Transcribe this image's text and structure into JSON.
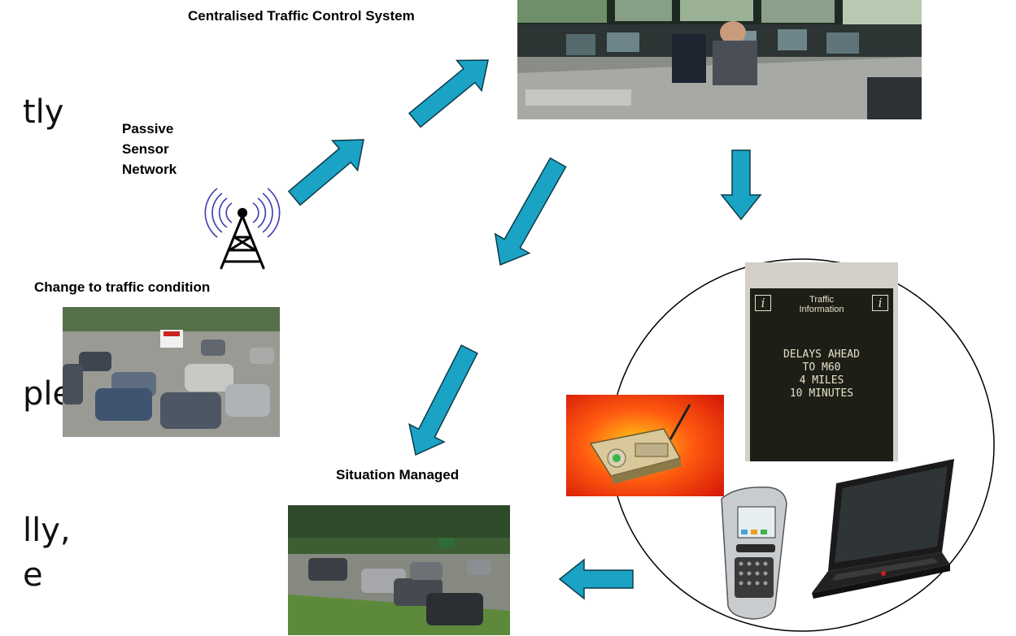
{
  "labels": {
    "control_system": "Centralised Traffic Control System",
    "passive_line1": "Passive",
    "passive_line2": "Sensor",
    "passive_line3": "Network",
    "change": "Change to traffic condition",
    "managed": "Situation Managed"
  },
  "sign": {
    "header_line1": "Traffic",
    "header_line2": "Information",
    "info_glyph": "i",
    "msg_line1": "DELAYS AHEAD",
    "msg_line2": "TO M60",
    "msg_line3": "4 MILES",
    "msg_line4": "10 MINUTES"
  },
  "fragments": {
    "f1": "tly",
    "f2": "ple",
    "f3": "lly,",
    "f4": "e"
  },
  "icons": [
    "antenna-icon",
    "arrow-icon",
    "radio-icon",
    "phone-icon",
    "laptop-icon"
  ],
  "colors": {
    "arrow_fill": "#1aa3c4",
    "arrow_stroke": "#0d3a4a",
    "antenna_waves": "#3b3bb0",
    "sign_bg": "#1d1f17",
    "sign_text": "#e8e0c8",
    "radio_bg": "#e8200c"
  }
}
